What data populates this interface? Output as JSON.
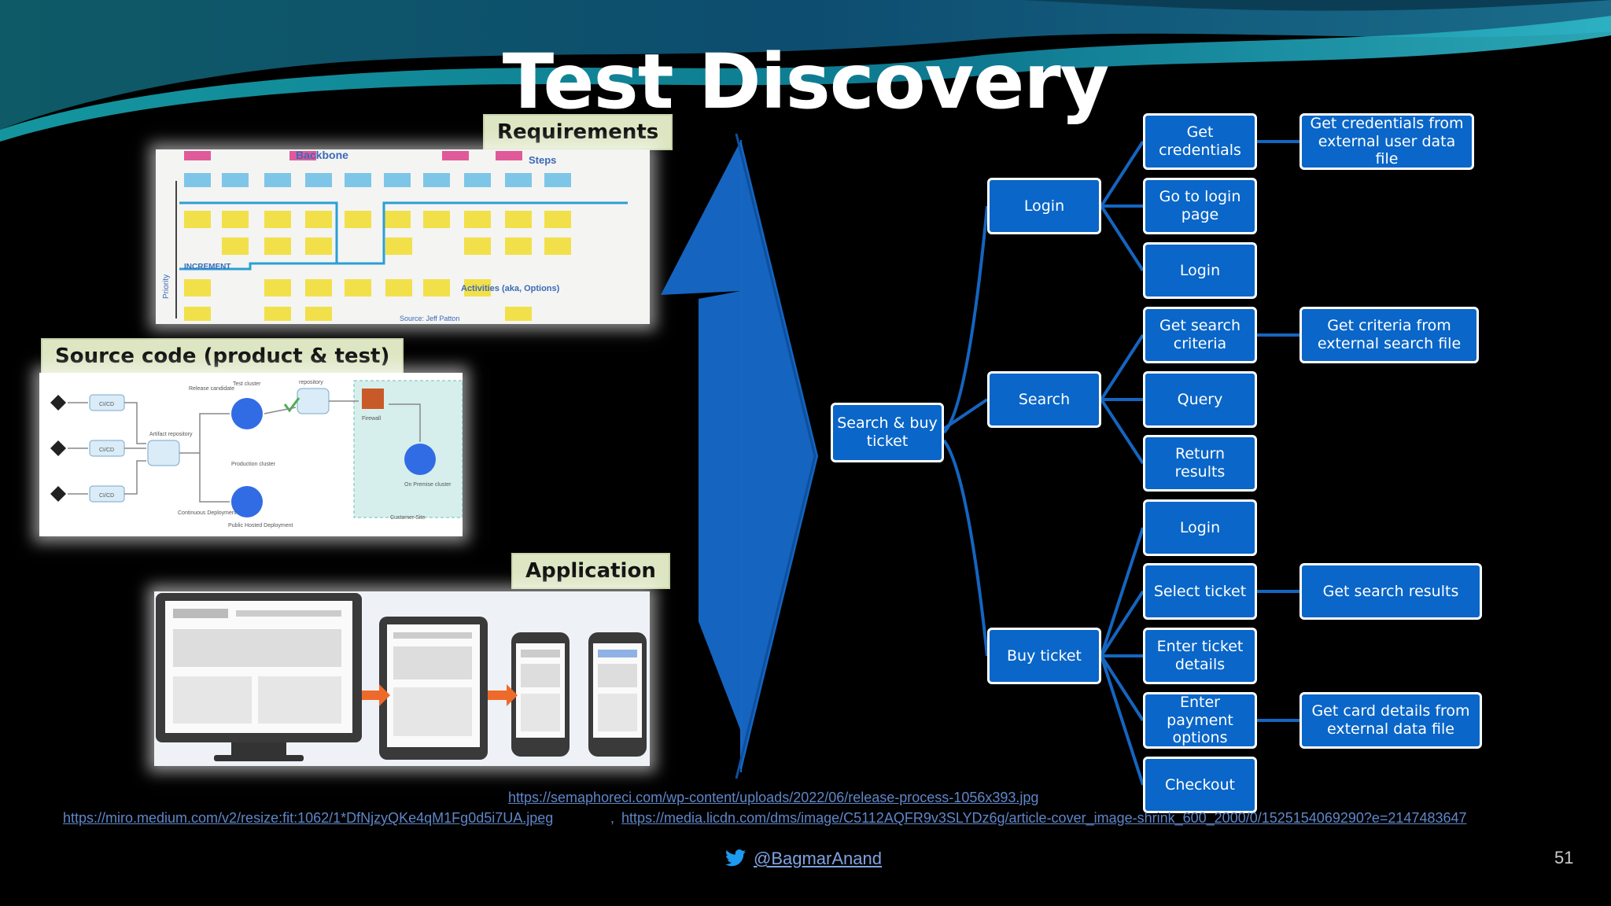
{
  "title": "Test Discovery",
  "labels": {
    "requirements": "Requirements",
    "source_code": "Source code (product & test)",
    "application": "Application"
  },
  "requirements_image": {
    "header": "Backbone",
    "steps": "Steps",
    "increment": "INCREMENT",
    "activities": "Activities (aka, Options)",
    "priority": "Priority",
    "source": "Source: Jeff Patton"
  },
  "source_image": {
    "cicd": "CI/CD",
    "release_candidate": "Release candidate",
    "artifact_repository": "Artifact repository",
    "test_cluster": "Test cluster",
    "repository": "repository",
    "production_cluster": "Production cluster",
    "firewall": "Firewall",
    "on_premise": "On Premise cluster",
    "continuous_deployment": "Continuous Deployment",
    "public_hosted": "Public Hosted Deployment",
    "customer_site": "Customer Site"
  },
  "tree": {
    "root": "Search & buy ticket",
    "level1": [
      "Login",
      "Search",
      "Buy ticket"
    ],
    "login_children": [
      "Get credentials",
      "Go to login page",
      "Login"
    ],
    "search_children": [
      "Get search criteria",
      "Query",
      "Return results"
    ],
    "buy_children": [
      "Login",
      "Select ticket",
      "Enter ticket details",
      "Enter payment options",
      "Checkout"
    ],
    "leaves": {
      "credentials": "Get credentials from external user data file",
      "criteria": "Get criteria from external search file",
      "search_results": "Get search results",
      "card": "Get card details from external data file"
    }
  },
  "links": {
    "url1": "https://semaphoreci.com/wp-content/uploads/2022/06/release-process-1056x393.jpg",
    "url2": "https://miro.medium.com/v2/resize:fit:1062/1*DfNjzyQKe4qM1Fg0d5i7UA.jpeg",
    "separator": ",",
    "url3": "https://media.licdn.com/dms/image/C5112AQFR9v3SLYDz6g/article-cover_image-shrink_600_2000/0/1525154069290?e=2147483647"
  },
  "footer": {
    "handle": "@BagmarAnand",
    "page_number": "51",
    "twitter_icon": "twitter-bird-icon"
  },
  "colors": {
    "node_fill": "#0a66c8",
    "connector": "#1565c0",
    "label_bg": "#dde6c3",
    "arrow": "#1565c0"
  }
}
